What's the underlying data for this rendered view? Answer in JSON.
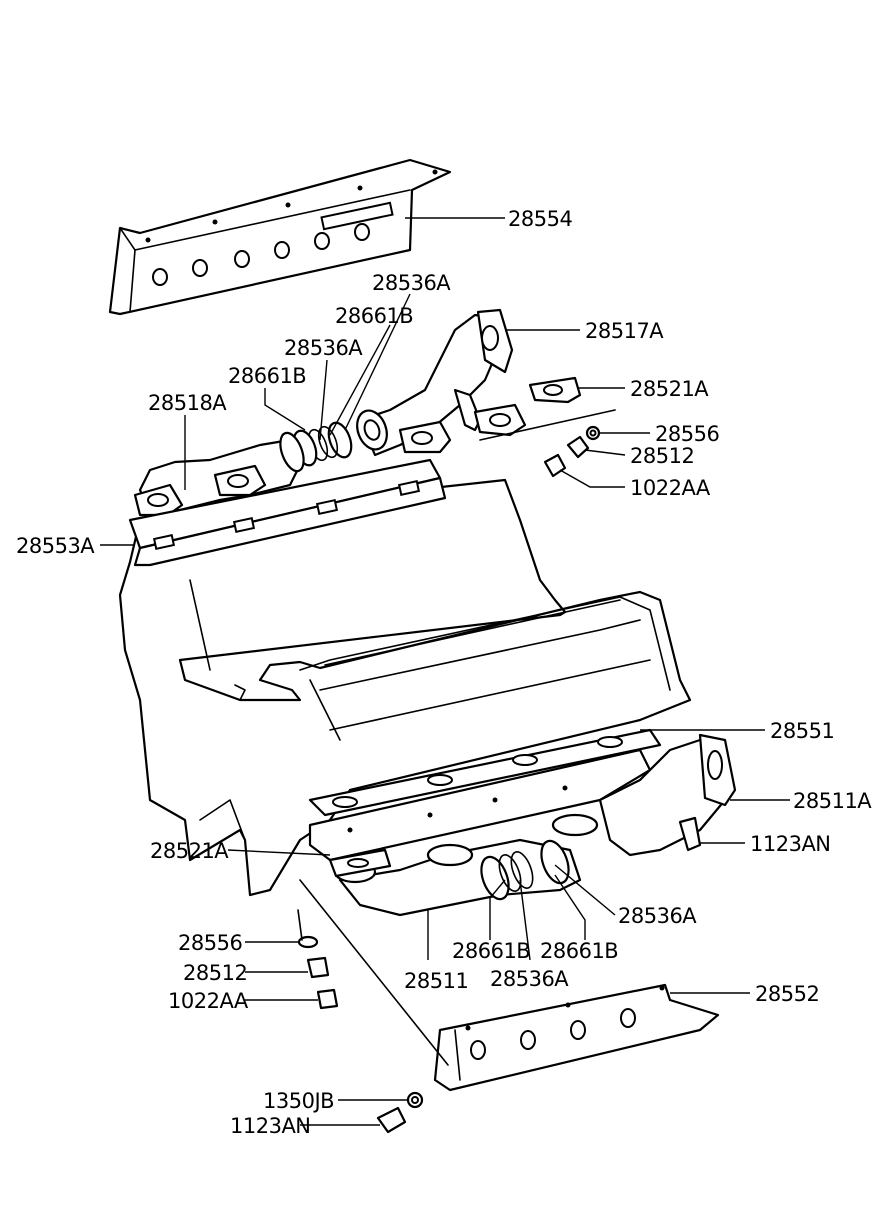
{
  "diagram": {
    "labels": {
      "heat_protector_upper": "28554",
      "gasket_ring_a_top": "28536A",
      "spring_b_top_1": "28661B",
      "gasket_ring_a_top_2": "28536A",
      "spring_b_top_2": "28661B",
      "manifold_rear": "28518A",
      "pipe_rear": "28517A",
      "gasket_rear_flange": "28521A",
      "washer_top": "28556",
      "spacer_top": "28512",
      "nut_top": "1022AA",
      "gasket_rear": "28553A",
      "gasket_front": "28551",
      "pipe_front": "28511A",
      "bolt_front": "1123AN",
      "gasket_front_flange": "28521A",
      "gasket_ring_a_bottom": "28536A",
      "washer_bottom": "28556",
      "spring_b_bottom_1": "28661B",
      "spring_b_bottom_2": "28661B",
      "spacer_bottom": "28512",
      "manifold_front": "28511",
      "gasket_ring_a_bottom_2": "28536A",
      "nut_bottom": "1022AA",
      "heat_protector_lower": "28552",
      "washer_bolt": "1350JB",
      "bolt_bottom": "1123AN"
    }
  }
}
